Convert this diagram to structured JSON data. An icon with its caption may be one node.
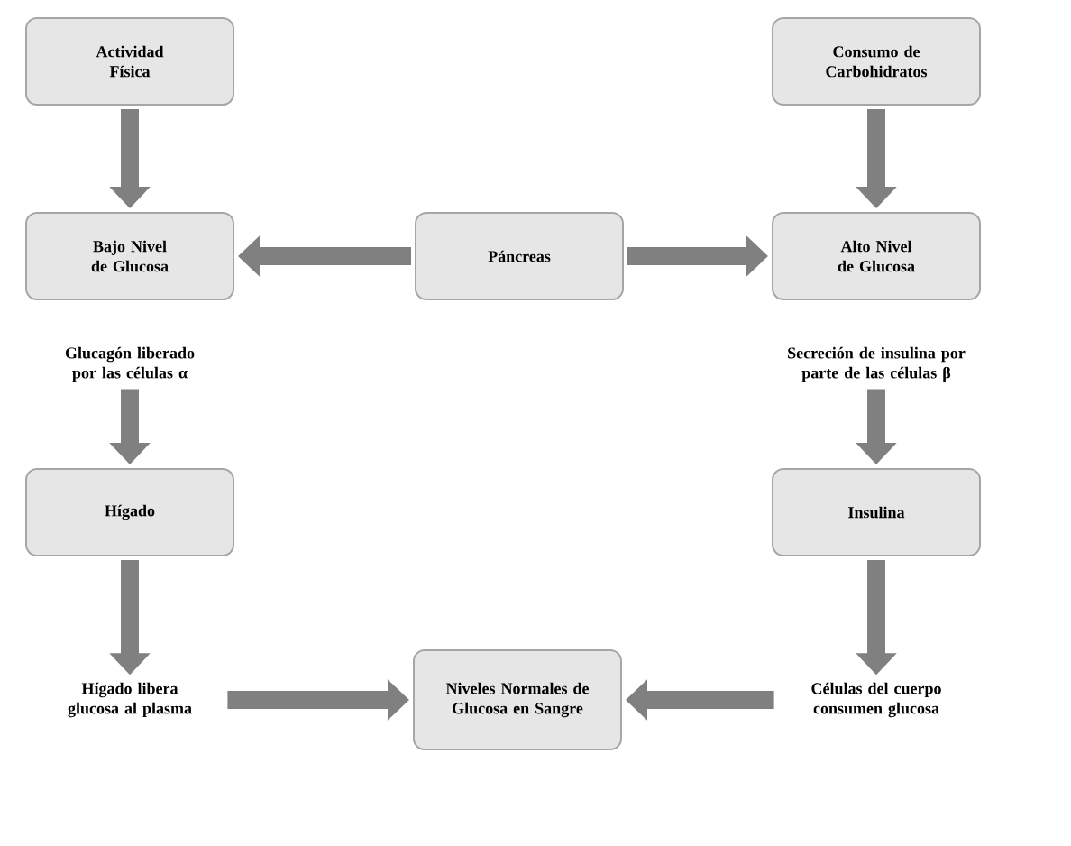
{
  "diagram": {
    "nodes": [
      {
        "text": [
          "Actividad Física"
        ]
      },
      {
        "text": [
          "Consumo de Carbohidratos"
        ]
      },
      {
        "text": [
          "Bajo Nivel de Glucosa"
        ]
      },
      {
        "text": [
          "Páncreas"
        ]
      },
      {
        "text": [
          "Alto Nivel de Glucosa"
        ]
      },
      {
        "text": [
          "Glucagón liberado por las células α"
        ]
      },
      {
        "text": [
          "Secreción de insulina por parte de las células β"
        ]
      },
      {
        "text": [
          "Hígado"
        ]
      },
      {
        "text": [
          "Insulina"
        ]
      },
      {
        "text": [
          "Hígado libera glucosa al plasma"
        ]
      },
      {
        "text": [
          "Niveles Normales de Glucosa en Sangre"
        ]
      },
      {
        "text": [
          "Células del cuerpo consumen glucosa"
        ]
      }
    ],
    "edges": [
      {
        "from": 0,
        "to": 2,
        "arrow": "to"
      },
      {
        "from": 1,
        "to": 4,
        "arrow": "to"
      },
      {
        "from": 3,
        "to": 2,
        "arrow": "to"
      },
      {
        "from": 3,
        "to": 4,
        "arrow": "to"
      },
      {
        "from": 5,
        "to": 7,
        "arrow": "to"
      },
      {
        "from": 6,
        "to": 8,
        "arrow": "to"
      },
      {
        "from": 7,
        "to": 9,
        "arrow": "to"
      },
      {
        "from": 8,
        "to": 11,
        "arrow": "to"
      },
      {
        "from": 9,
        "to": 10,
        "arrow": "to"
      },
      {
        "from": 11,
        "to": 10,
        "arrow": "to"
      }
    ]
  }
}
